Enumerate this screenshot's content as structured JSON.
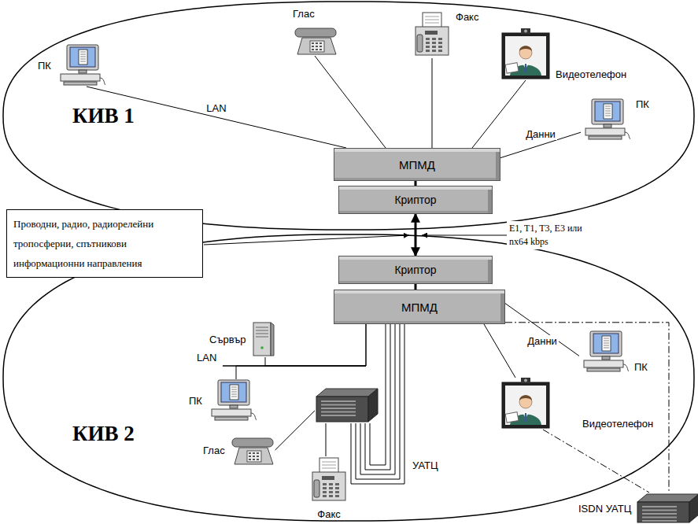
{
  "diagram": {
    "nodes": [
      {
        "text": [
          "КИВ 1"
        ]
      },
      {
        "text": [
          "ПК"
        ],
        "in": 0
      },
      {
        "text": [
          "Глас"
        ],
        "in": 0
      },
      {
        "text": [
          "Факс"
        ],
        "in": 0
      },
      {
        "text": [
          "Видеотелефон"
        ],
        "in": 0
      },
      {
        "text": [
          "ПК"
        ],
        "in": 0
      },
      {
        "text": [
          "МПМД"
        ],
        "in": 0
      },
      {
        "text": [
          "Криптор"
        ],
        "in": 0
      },
      {
        "text": [
          "Проводни, радио, радиорелейни тропосферни, спътникови информационни направления"
        ]
      },
      {
        "text": [
          "КИВ 2"
        ]
      },
      {
        "text": [
          "Криптор"
        ],
        "in": 9
      },
      {
        "text": [
          "МПМД"
        ],
        "in": 9
      },
      {
        "text": [
          "Сървър"
        ],
        "in": 9
      },
      {
        "text": [
          "ПК"
        ],
        "in": 9
      },
      {
        "text": [
          "ПК"
        ],
        "in": 9
      },
      {
        "text": [
          "Видеотелефон"
        ],
        "in": 9
      },
      {
        "text": [
          "УАТЦ"
        ],
        "in": 9
      },
      {
        "text": [
          "Глас"
        ],
        "in": 9
      },
      {
        "text": [
          "Факс"
        ],
        "in": 9
      },
      {
        "text": [
          "ISDN УАТЦ"
        ],
        "in": 9
      }
    ],
    "edges": [
      {
        "from": 1,
        "to": 6,
        "arrow": "none",
        "label": "LAN"
      },
      {
        "from": 2,
        "to": 6,
        "arrow": "none"
      },
      {
        "from": 3,
        "to": 6,
        "arrow": "none"
      },
      {
        "from": 4,
        "to": 6,
        "arrow": "none"
      },
      {
        "from": 5,
        "to": 6,
        "arrow": "none",
        "label": "Данни"
      },
      {
        "from": 6,
        "to": 7,
        "arrow": "none"
      },
      {
        "from": 7,
        "to": 10,
        "arrow": "both"
      },
      {
        "from": 10,
        "to": 11,
        "arrow": "none"
      },
      {
        "from": 12,
        "to": 11,
        "arrow": "none"
      },
      {
        "from": 13,
        "to": 11,
        "arrow": "none"
      },
      {
        "from": 14,
        "to": 11,
        "arrow": "none",
        "label": "Данни"
      },
      {
        "from": 15,
        "to": 11,
        "arrow": "none"
      },
      {
        "from": 16,
        "to": 11,
        "arrow": "none"
      },
      {
        "from": 17,
        "to": 16,
        "arrow": "none"
      },
      {
        "from": 18,
        "to": 16,
        "arrow": "none"
      },
      {
        "from": 11,
        "to": 19,
        "arrow": "none"
      },
      {
        "from": 15,
        "to": 19,
        "arrow": "none"
      }
    ],
    "labels": [
      "LAN",
      "E1, T1, T3, E3 или nx64 kbps"
    ]
  }
}
